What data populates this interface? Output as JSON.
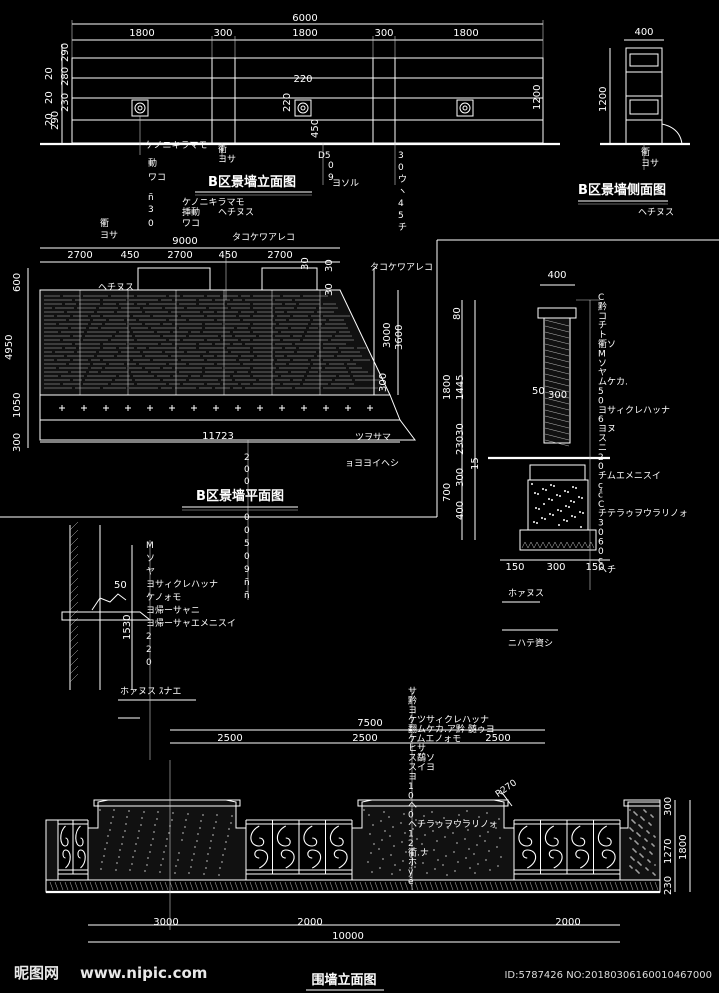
{
  "titles": {
    "b_elevation": "B区景墙立面图",
    "b_side": "B区景墙侧面图",
    "b_plan": "B区景墙平面图",
    "fence_elevation": "围墙立面图"
  },
  "b_elevation": {
    "total": "6000",
    "segments": [
      "1800",
      "300",
      "1800",
      "300",
      "1800"
    ],
    "left_stack": [
      "290",
      "20",
      "20",
      "20",
      "230",
      "280",
      "290"
    ],
    "ornament_w": "220",
    "ornament_h": "220",
    "ornament_drop": "450",
    "height_right": "1200",
    "notes": [
      "ケノニキラマモ",
      "衢",
      "ヨサ",
      "動",
      "ワコ",
      "ñ",
      "3",
      "0",
      "D5",
      "0",
      "9",
      "ヨソル",
      "3",
      "0",
      "ウ",
      "ヽ",
      "4",
      "5",
      "チ"
    ]
  },
  "b_side": {
    "width": "400",
    "height": "1200",
    "notes": [
      "衢",
      "ヨサ",
      "ヘチヌス"
    ]
  },
  "b_plan": {
    "overall": "9000",
    "segments_top": [
      "2700",
      "450",
      "2700",
      "450",
      "2700"
    ],
    "left_dims": [
      "600",
      "4950",
      "1050",
      "300"
    ],
    "right_dims": [
      "30",
      "30",
      "30",
      "3000",
      "3600",
      "300"
    ],
    "bottom": "11723",
    "notes_top": [
      "ケノニキラマモ",
      "挿動",
      "ヘチヌス",
      "ワコ",
      "衢",
      "ヨサ",
      "ヘチヌス",
      "タコケワアレコ",
      "タコケワアレコ"
    ],
    "notes_bottom": [
      "ツヲサマ",
      "ョヨヨイヘシ",
      "2",
      "0",
      "0",
      "0",
      "0",
      "5",
      "0",
      "9",
      "ñ",
      "ñ"
    ]
  },
  "section_detail": {
    "top_width": "400",
    "dims_left": [
      "1800",
      "1445",
      "50",
      "300",
      "80"
    ],
    "dims_lower": [
      "15",
      "300",
      "230",
      "30",
      "700",
      "400"
    ],
    "base_dims": [
      "150",
      "300",
      "150"
    ],
    "notes": [
      "C",
      "黔",
      "コ",
      "チ",
      "ト",
      "衢ソ",
      "M",
      "ソ",
      "ヤ",
      "ムケカ.",
      "5",
      "0",
      "ヨサィクレハッナ",
      "6",
      "ヨヌ",
      "ス",
      "ニ",
      "2",
      "0",
      "チムエメニスイ",
      "ç",
      "ĉ",
      "C",
      "チテラゥヲウラリノォ",
      "3",
      "0",
      "6",
      "0",
      "ç",
      "ヘチ"
    ],
    "label_left": "ホァヌス",
    "label_lower": "ニハテ資シ"
  },
  "coping_detail": {
    "dims": [
      "50",
      "1530"
    ],
    "notes": [
      "M",
      "ソ",
      "ヤ",
      "ヨサィクレハッナ",
      "ケノォモ",
      "ヨ帰ーサャニ",
      "ヨ帰ーサャエメニスイ",
      "2",
      "2",
      "0"
    ],
    "label": "ホァヌス ｽナエ"
  },
  "fence": {
    "top_total": "7500",
    "top_segments": [
      "2500",
      "2500",
      "2500"
    ],
    "bottom_segments": [
      "3000",
      "2000",
      "2000"
    ],
    "bottom_total": "10000",
    "right_dims": [
      "300",
      "1270",
      "230"
    ],
    "right_total": "1800",
    "radius": "R270",
    "notes": [
      "サ",
      "黔",
      "ヨ",
      "ケツサィクレハッナ",
      "翻ムケカ.ア黔 髄ゥヨ",
      "ケムエノォモ",
      "ヒサ",
      "ス鷸ソ",
      "スイヨ",
      "ヨ",
      "1",
      "0",
      "ヘ",
      "0",
      "ヘチラゥヲウラリノォ",
      "1",
      "2",
      "衢.ナ",
      "ホ",
      "ÿ",
      "ê"
    ]
  },
  "watermark": {
    "logo": "昵图网",
    "url": "www.nipic.com",
    "id": "ID:5787426 NO:20180306160010467000"
  }
}
